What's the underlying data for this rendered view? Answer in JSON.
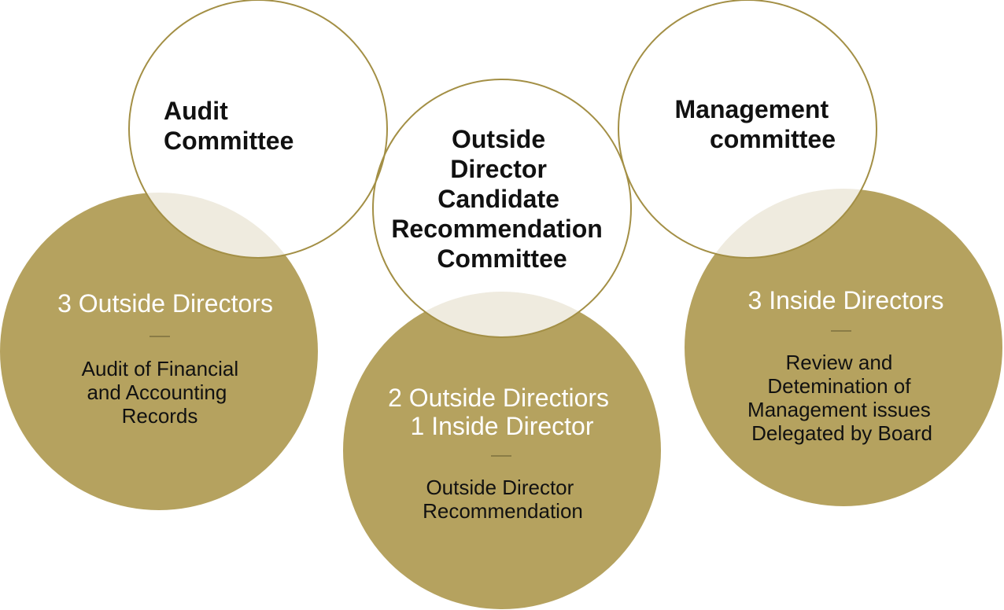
{
  "colors": {
    "gold": "#b5a25f",
    "overlap": "#efebdf",
    "outline": "#a38f45",
    "divider": "#7d6f3e"
  },
  "committees": [
    {
      "title_lines": [
        "Audit",
        "Committee"
      ],
      "member_lines": [
        "3 Outside Directors"
      ],
      "role_lines": [
        "Audit of Financial",
        "and Accounting",
        "Records"
      ]
    },
    {
      "title_lines": [
        "Outside",
        "Director",
        "Candidate",
        "Recommendation",
        "Committee"
      ],
      "member_lines": [
        "2 Outside Directiors",
        "1 Inside Director"
      ],
      "role_lines": [
        "Outside Director",
        "Recommendation"
      ]
    },
    {
      "title_lines": [
        "Management",
        "committee"
      ],
      "member_lines": [
        "3 Inside Directors"
      ],
      "role_lines": [
        "Review and",
        "Detemination of",
        "Management issues",
        "Delegated by Board"
      ]
    }
  ]
}
